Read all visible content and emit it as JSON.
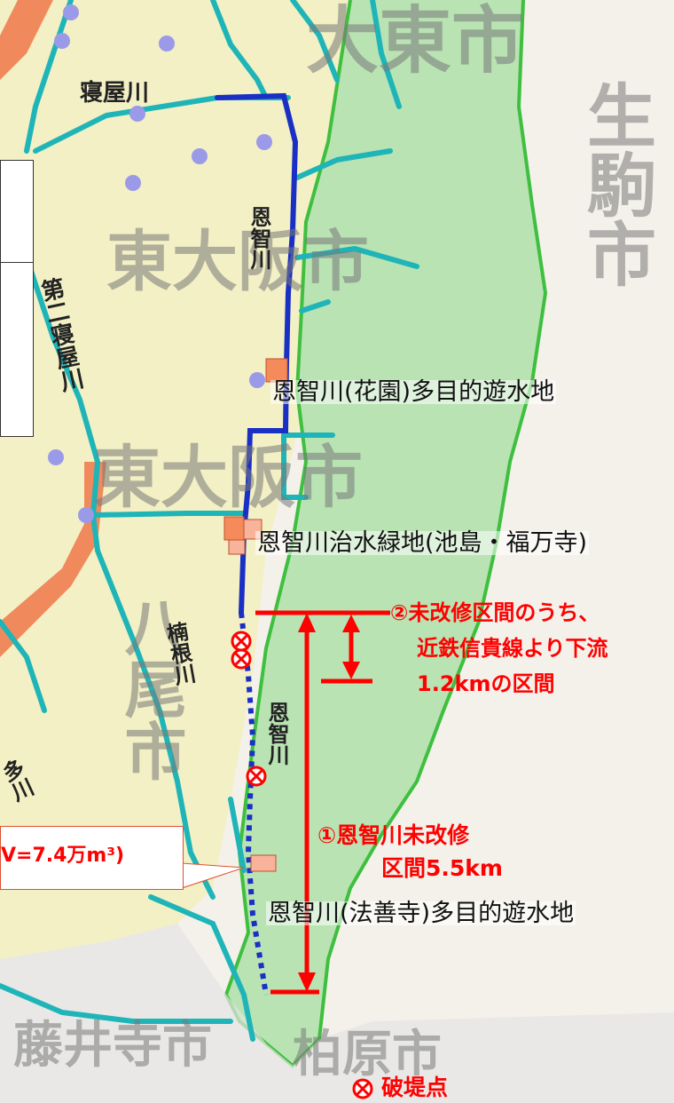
{
  "map": {
    "places": {
      "daito": "大東市",
      "ikoma": "生駒市",
      "higashiosaka_top": "東大阪市",
      "higashiosaka_mid": "東大阪市",
      "yao": "八尾市",
      "fujiidera": "藤井寺市",
      "kashiwara": "柏原市"
    },
    "rivers": {
      "neya": "寝屋川",
      "onji_upper": "恩智川",
      "daini_neya": "第二寝屋川",
      "kusune": "楠根川",
      "onji_lower": "恩智川",
      "partial_left": "多川"
    },
    "facilities": {
      "hanazono": "恩智川(花園)多目的遊水地",
      "ikejima": "恩智川治水緑地(池島・福万寺)",
      "hozenji": "恩智川(法善寺)多目的遊水地"
    },
    "annotations": {
      "section2_line1": "②未改修区間のうち、",
      "section2_line2": "近鉄信貴線より下流",
      "section2_line3": "1.2kmの区間",
      "section1_line1": "①恩智川未改修",
      "section1_line2": "区間5.5km",
      "callout_text": "V=7.4万m³)"
    },
    "legend": {
      "marker": "⊗",
      "label": "破堤点"
    },
    "colors": {
      "green_zone": "#b9e3b3",
      "green_border": "#3fbf3f",
      "yellow_zone": "#f2f0c4",
      "cyan_river": "#1fb5b8",
      "blue_river": "#1a2fc4",
      "red": "#ff0000",
      "orange_band": "#f08a5d",
      "facility_orange": "#f58a5a"
    }
  }
}
